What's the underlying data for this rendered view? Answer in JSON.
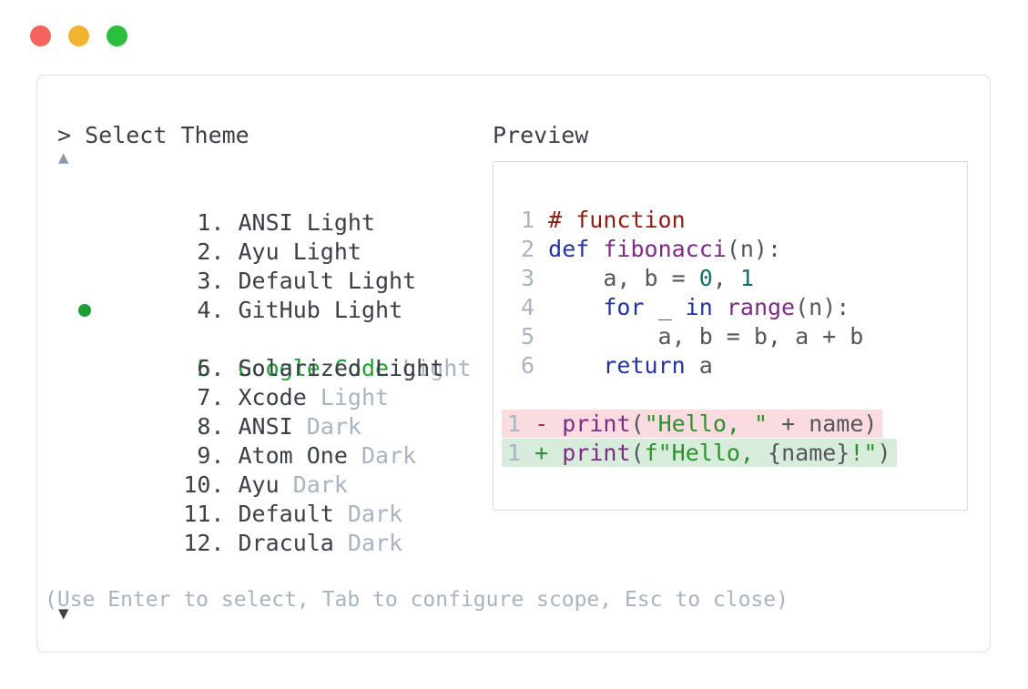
{
  "selector": {
    "prompt": "> Select Theme",
    "scroll_up_icon": "▲",
    "scroll_down_icon": "▼",
    "items": [
      {
        "number": "1.",
        "name": "ANSI",
        "variant": "Light",
        "variant_muted": false,
        "selected": false
      },
      {
        "number": "2.",
        "name": "Ayu",
        "variant": "Light",
        "variant_muted": false,
        "selected": false
      },
      {
        "number": "3.",
        "name": "Default",
        "variant": "Light",
        "variant_muted": false,
        "selected": false
      },
      {
        "number": "4.",
        "name": "GitHub",
        "variant": "Light",
        "variant_muted": false,
        "selected": false
      },
      {
        "number": "5.",
        "name": "Google Code",
        "variant": "Light",
        "variant_muted": true,
        "selected": true
      },
      {
        "number": "6.",
        "name": "Solarized",
        "variant": "Light",
        "variant_muted": false,
        "selected": false
      },
      {
        "number": "7.",
        "name": "Xcode",
        "variant": "Light",
        "variant_muted": true,
        "selected": false
      },
      {
        "number": "8.",
        "name": "ANSI",
        "variant": "Dark",
        "variant_muted": true,
        "selected": false
      },
      {
        "number": "9.",
        "name": "Atom One",
        "variant": "Dark",
        "variant_muted": true,
        "selected": false
      },
      {
        "number": "10.",
        "name": "Ayu",
        "variant": "Dark",
        "variant_muted": true,
        "selected": false
      },
      {
        "number": "11.",
        "name": "Default",
        "variant": "Dark",
        "variant_muted": true,
        "selected": false
      },
      {
        "number": "12.",
        "name": "Dracula",
        "variant": "Dark",
        "variant_muted": true,
        "selected": false
      }
    ],
    "footer_hint": "(Use Enter to select, Tab to configure scope, Esc to close)"
  },
  "preview": {
    "title": "Preview",
    "lines": [
      {
        "ln": "1",
        "tokens": [
          {
            "t": "# function",
            "c": "comment"
          }
        ]
      },
      {
        "ln": "2",
        "tokens": [
          {
            "t": "def",
            "c": "keyword"
          },
          {
            "t": " ",
            "c": "plain"
          },
          {
            "t": "fibonacci",
            "c": "fname"
          },
          {
            "t": "(n):",
            "c": "plain"
          }
        ]
      },
      {
        "ln": "3",
        "tokens": [
          {
            "t": "    a, b = ",
            "c": "plain"
          },
          {
            "t": "0",
            "c": "number"
          },
          {
            "t": ", ",
            "c": "plain"
          },
          {
            "t": "1",
            "c": "number"
          }
        ]
      },
      {
        "ln": "4",
        "tokens": [
          {
            "t": "    ",
            "c": "plain"
          },
          {
            "t": "for",
            "c": "keyword"
          },
          {
            "t": " _ ",
            "c": "plain"
          },
          {
            "t": "in",
            "c": "keyword"
          },
          {
            "t": " ",
            "c": "plain"
          },
          {
            "t": "range",
            "c": "fname"
          },
          {
            "t": "(n):",
            "c": "plain"
          }
        ]
      },
      {
        "ln": "5",
        "tokens": [
          {
            "t": "        a, b = b, a + b",
            "c": "plain"
          }
        ]
      },
      {
        "ln": "6",
        "tokens": [
          {
            "t": "    ",
            "c": "plain"
          },
          {
            "t": "return",
            "c": "keyword"
          },
          {
            "t": " a",
            "c": "plain"
          }
        ]
      }
    ],
    "diff": [
      {
        "type": "del",
        "tokens": [
          {
            "t": "1",
            "c": "ln"
          },
          {
            "t": " ",
            "c": "plain"
          },
          {
            "t": "-",
            "c": "minus"
          },
          {
            "t": " ",
            "c": "plain"
          },
          {
            "t": "print",
            "c": "fname"
          },
          {
            "t": "(",
            "c": "plain"
          },
          {
            "t": "\"Hello, \"",
            "c": "string"
          },
          {
            "t": " + name)",
            "c": "plain"
          }
        ]
      },
      {
        "type": "add",
        "tokens": [
          {
            "t": "1",
            "c": "ln"
          },
          {
            "t": " ",
            "c": "plain"
          },
          {
            "t": "+",
            "c": "plus"
          },
          {
            "t": " ",
            "c": "plain"
          },
          {
            "t": "print",
            "c": "fname"
          },
          {
            "t": "(",
            "c": "plain"
          },
          {
            "t": "f\"Hello, ",
            "c": "string"
          },
          {
            "t": "{name}",
            "c": "plain"
          },
          {
            "t": "!\"",
            "c": "string"
          },
          {
            "t": ")",
            "c": "plain"
          }
        ]
      }
    ]
  },
  "colors": {
    "traffic_red": "#f4645c",
    "traffic_yellow": "#f1b331",
    "traffic_green": "#2cbe3f",
    "panel_border": "#dbdfe6",
    "preview_border": "#d6dae1",
    "text_dark": "#3c4046",
    "text_muted": "#a9b3c2",
    "select_green": "#1f9e35",
    "code_plain": "#53575d",
    "code_comment": "#8b1f16",
    "code_keyword": "#2333a0",
    "code_fname": "#7c2c84",
    "code_string": "#2e8f2e",
    "code_number": "#1a6b6b",
    "line_number": "#a9b3c2",
    "diff_minus": "#a23343",
    "diff_plus": "#2e8f3a",
    "diff_del_bg": "#fadbe0",
    "diff_add_bg": "#d8ecdc",
    "arrow_up": "#8d99ae",
    "arrow_down": "#3f434a"
  }
}
